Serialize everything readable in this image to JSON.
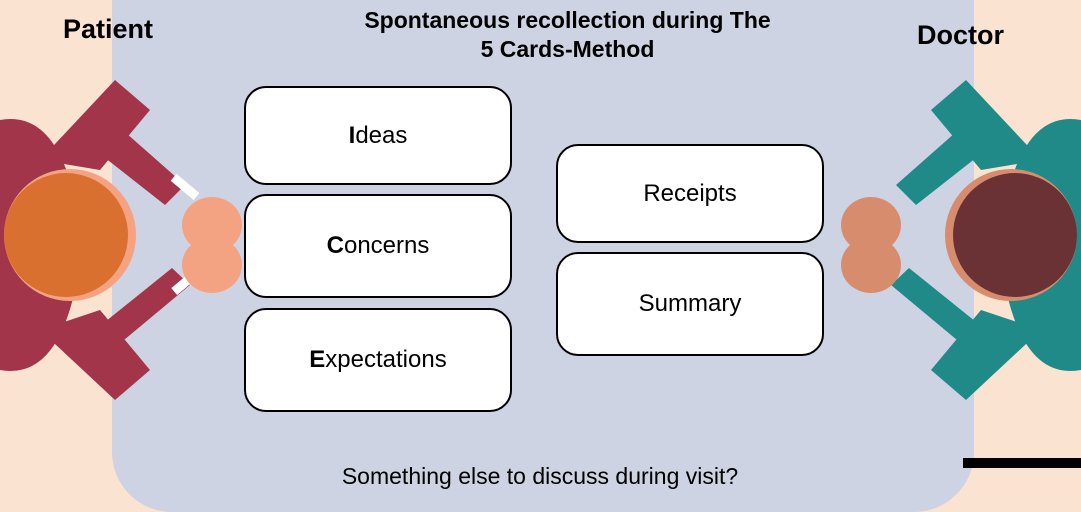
{
  "labels": {
    "patient": "Patient",
    "doctor": "Doctor"
  },
  "title": {
    "line1": "Spontaneous recollection during The",
    "line2": "5 Cards-Method"
  },
  "cards_left": [
    {
      "initial": "I",
      "rest": "deas"
    },
    {
      "initial": "C",
      "rest": "oncerns"
    },
    {
      "initial": "E",
      "rest": "xpectations"
    }
  ],
  "cards_right": [
    {
      "text": "Receipts"
    },
    {
      "text": "Summary"
    }
  ],
  "bottom_question": "Something else to discuss during visit?",
  "colors": {
    "background": "#fbe3d2",
    "table": "#cdd3e2",
    "patient_shirt": "#a3354a",
    "patient_hair": "#d9702f",
    "patient_skin": "#f4a382",
    "doctor_shirt": "#1f8a87",
    "doctor_hair": "#6a3234",
    "doctor_skin": "#d68c6d"
  }
}
